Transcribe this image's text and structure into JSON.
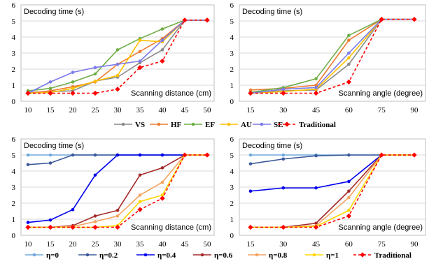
{
  "chart_data": [
    {
      "type": "line",
      "title": "Decoding time (s)",
      "xlabel": "Scanning distance (cm)",
      "ylabel": "",
      "x": [
        10,
        15,
        20,
        25,
        30,
        35,
        40,
        45,
        50
      ],
      "xticks": [
        "10",
        "15",
        "20",
        "25",
        "30",
        "35",
        "40",
        "45",
        "50"
      ],
      "yticks": [
        "0",
        "1",
        "2",
        "3",
        "4",
        "5",
        "6"
      ],
      "xlim": [
        10,
        50
      ],
      "ylim": [
        0,
        6
      ],
      "grid": true,
      "series": [
        {
          "name": "VS",
          "color": "#8a8a8a",
          "dash": false,
          "values": [
            0.55,
            0.6,
            0.65,
            1.25,
            1.5,
            2.4,
            3.2,
            5.05,
            5.05
          ]
        },
        {
          "name": "HF",
          "color": "#ed7d31",
          "dash": false,
          "values": [
            0.5,
            0.65,
            0.9,
            1.2,
            2.3,
            3.1,
            3.9,
            5.05,
            5.05
          ]
        },
        {
          "name": "EF",
          "color": "#70ad47",
          "dash": false,
          "values": [
            0.65,
            0.8,
            1.2,
            1.7,
            3.2,
            3.9,
            4.5,
            5.05,
            5.05
          ]
        },
        {
          "name": "AU",
          "color": "#ffc000",
          "dash": false,
          "values": [
            0.5,
            0.55,
            0.8,
            1.25,
            1.6,
            3.8,
            3.7,
            5.05,
            5.05
          ]
        },
        {
          "name": "SE",
          "color": "#7b7bea",
          "dash": false,
          "values": [
            0.5,
            1.2,
            1.8,
            2.1,
            2.3,
            2.5,
            3.8,
            5.05,
            5.05
          ]
        },
        {
          "name": "Traditional",
          "color": "#ff0000",
          "dash": true,
          "values": [
            0.5,
            0.5,
            0.5,
            0.5,
            0.75,
            2.1,
            2.5,
            5.05,
            5.05
          ]
        }
      ]
    },
    {
      "type": "line",
      "title": "Decoding time (s)",
      "xlabel": "Scanning angle (degree)",
      "ylabel": "",
      "x": [
        15,
        30,
        45,
        60,
        75,
        90
      ],
      "xticks": [
        "15",
        "30",
        "45",
        "60",
        "75",
        "90"
      ],
      "yticks": [
        "0",
        "1",
        "2",
        "3",
        "4",
        "5",
        "6"
      ],
      "xlim": [
        15,
        90
      ],
      "ylim": [
        0,
        6
      ],
      "grid": true,
      "series": [
        {
          "name": "VS",
          "color": "#8a8a8a",
          "dash": false,
          "values": [
            0.55,
            0.65,
            0.7,
            2.3,
            5.1,
            5.1
          ]
        },
        {
          "name": "HF",
          "color": "#ed7d31",
          "dash": false,
          "values": [
            0.7,
            0.8,
            1.0,
            3.8,
            5.1,
            5.1
          ]
        },
        {
          "name": "EF",
          "color": "#70ad47",
          "dash": false,
          "values": [
            0.55,
            0.85,
            1.4,
            4.1,
            5.1,
            5.1
          ]
        },
        {
          "name": "AU",
          "color": "#ffc000",
          "dash": false,
          "values": [
            0.5,
            0.6,
            0.75,
            2.7,
            5.1,
            5.1
          ]
        },
        {
          "name": "SE",
          "color": "#7b7bea",
          "dash": false,
          "values": [
            0.5,
            0.75,
            0.85,
            3.0,
            5.1,
            5.1
          ]
        },
        {
          "name": "Traditional",
          "color": "#ff0000",
          "dash": true,
          "values": [
            0.5,
            0.5,
            0.5,
            1.2,
            5.1,
            5.1
          ]
        }
      ]
    },
    {
      "type": "line",
      "title": "Decoding time (s)",
      "xlabel": "Scanning distance (cm)",
      "ylabel": "",
      "x": [
        10,
        15,
        20,
        25,
        30,
        35,
        40,
        45,
        50
      ],
      "xticks": [
        "10",
        "15",
        "20",
        "25",
        "30",
        "35",
        "40",
        "45",
        "50"
      ],
      "yticks": [
        "0",
        "1",
        "2",
        "3",
        "4",
        "5",
        "6"
      ],
      "xlim": [
        10,
        50
      ],
      "ylim": [
        0,
        6
      ],
      "grid": true,
      "series": [
        {
          "name": "η=0",
          "color": "#6fa8dc",
          "dash": false,
          "values": [
            5.0,
            5.0,
            5.0,
            5.0,
            5.0,
            5.0,
            5.0,
            5.0,
            5.0
          ]
        },
        {
          "name": "η=0.2",
          "color": "#3d5a99",
          "dash": false,
          "values": [
            4.4,
            4.5,
            5.0,
            5.0,
            5.0,
            5.0,
            5.0,
            5.0,
            5.0
          ]
        },
        {
          "name": "η=0.4",
          "color": "#0000ee",
          "dash": false,
          "values": [
            0.8,
            0.95,
            1.6,
            3.75,
            5.0,
            5.0,
            5.0,
            5.0,
            5.0
          ]
        },
        {
          "name": "η=0.6",
          "color": "#a52a2a",
          "dash": false,
          "values": [
            0.5,
            0.5,
            0.6,
            1.2,
            1.55,
            3.75,
            4.2,
            5.0,
            5.0
          ]
        },
        {
          "name": "η=0.8",
          "color": "#f4a460",
          "dash": false,
          "values": [
            0.5,
            0.5,
            0.55,
            0.85,
            1.2,
            2.5,
            3.3,
            5.0,
            5.0
          ]
        },
        {
          "name": "η=1",
          "color": "#ffd700",
          "dash": false,
          "values": [
            0.5,
            0.5,
            0.5,
            0.5,
            0.6,
            2.1,
            2.5,
            5.0,
            5.0
          ]
        },
        {
          "name": "Traditional",
          "color": "#ff0000",
          "dash": true,
          "values": [
            0.5,
            0.5,
            0.5,
            0.5,
            0.5,
            1.6,
            2.3,
            5.0,
            5.0
          ]
        }
      ]
    },
    {
      "type": "line",
      "title": "Decoding time (s)",
      "xlabel": "Scanning angle (degree)",
      "ylabel": "",
      "x": [
        15,
        30,
        45,
        60,
        75,
        90
      ],
      "xticks": [
        "15",
        "30",
        "45",
        "60",
        "75",
        "90"
      ],
      "yticks": [
        "0",
        "1",
        "2",
        "3",
        "4",
        "5",
        "6"
      ],
      "xlim": [
        15,
        90
      ],
      "ylim": [
        0,
        6
      ],
      "grid": true,
      "series": [
        {
          "name": "η=0",
          "color": "#6fa8dc",
          "dash": false,
          "values": [
            5.0,
            5.0,
            5.0,
            5.0,
            5.0,
            5.0
          ]
        },
        {
          "name": "η=0.2",
          "color": "#3d5a99",
          "dash": false,
          "values": [
            4.45,
            4.75,
            4.95,
            5.0,
            5.0,
            5.0
          ]
        },
        {
          "name": "η=0.4",
          "color": "#0000ee",
          "dash": false,
          "values": [
            2.75,
            2.95,
            2.95,
            3.35,
            5.0,
            5.0
          ]
        },
        {
          "name": "η=0.6",
          "color": "#a52a2a",
          "dash": false,
          "values": [
            0.5,
            0.5,
            0.75,
            2.75,
            5.0,
            5.0
          ]
        },
        {
          "name": "η=0.8",
          "color": "#f4a460",
          "dash": false,
          "values": [
            0.5,
            0.5,
            0.6,
            2.35,
            5.0,
            5.0
          ]
        },
        {
          "name": "η=1",
          "color": "#ffd700",
          "dash": false,
          "values": [
            0.5,
            0.5,
            0.55,
            1.55,
            5.0,
            5.0
          ]
        },
        {
          "name": "Traditional",
          "color": "#ff0000",
          "dash": true,
          "values": [
            0.5,
            0.5,
            0.5,
            1.2,
            5.0,
            5.0
          ]
        }
      ]
    }
  ],
  "legends": [
    {
      "items": [
        "VS",
        "HF",
        "EF",
        "AU",
        "SE",
        "Traditional"
      ],
      "colors": [
        "#8a8a8a",
        "#ed7d31",
        "#70ad47",
        "#ffc000",
        "#7b7bea",
        "#ff0000"
      ],
      "dash": [
        false,
        false,
        false,
        false,
        false,
        true
      ]
    },
    {
      "items": [
        "η=0",
        "η=0.2",
        "η=0.4",
        "η=0.6",
        "η=0.8",
        "η=1",
        "Traditional"
      ],
      "colors": [
        "#6fa8dc",
        "#3d5a99",
        "#0000ee",
        "#a52a2a",
        "#f4a460",
        "#ffd700",
        "#ff0000"
      ],
      "dash": [
        false,
        false,
        false,
        false,
        false,
        false,
        true
      ]
    }
  ]
}
